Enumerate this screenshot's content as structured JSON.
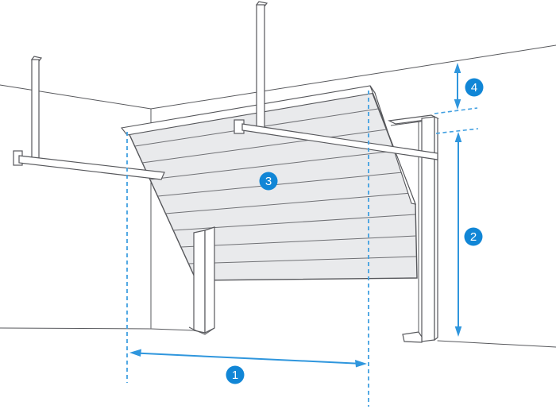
{
  "colors": {
    "outline_gray": "#57585c",
    "panel_fill": "#e9eaec",
    "badge_blue": "#1186d6",
    "dimension_blue": "#2f96dd",
    "guide_blue": "#42a0e1",
    "background": "#ffffff"
  },
  "badges": [
    {
      "label": "1"
    },
    {
      "label": "2"
    },
    {
      "label": "3"
    },
    {
      "label": "4"
    }
  ]
}
